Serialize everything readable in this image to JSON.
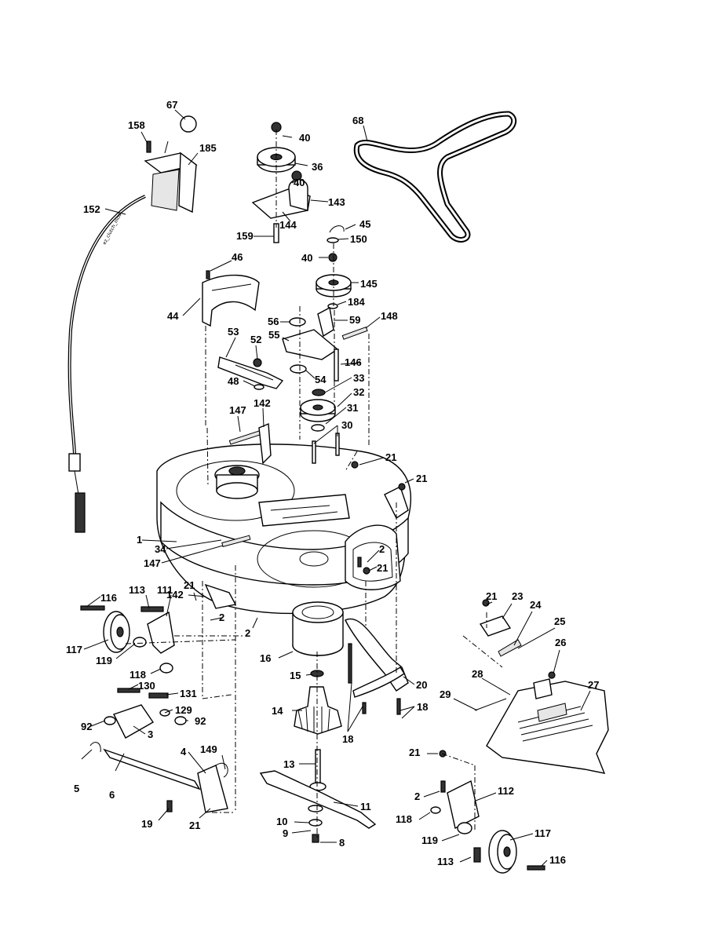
{
  "diagram": {
    "cable_marking": "ez_clutch_mod",
    "callouts": [
      {
        "id": "c67",
        "text": "67"
      },
      {
        "id": "c158",
        "text": "158"
      },
      {
        "id": "c185",
        "text": "185"
      },
      {
        "id": "c152",
        "text": "152"
      },
      {
        "id": "c40a",
        "text": "40"
      },
      {
        "id": "c36",
        "text": "36"
      },
      {
        "id": "c40b",
        "text": "40"
      },
      {
        "id": "c143",
        "text": "143"
      },
      {
        "id": "c144",
        "text": "144"
      },
      {
        "id": "c159",
        "text": "159"
      },
      {
        "id": "c68",
        "text": "68"
      },
      {
        "id": "c45",
        "text": "45"
      },
      {
        "id": "c150",
        "text": "150"
      },
      {
        "id": "c40c",
        "text": "40"
      },
      {
        "id": "c145",
        "text": "145"
      },
      {
        "id": "c184",
        "text": "184"
      },
      {
        "id": "c46",
        "text": "46"
      },
      {
        "id": "c44",
        "text": "44"
      },
      {
        "id": "c56",
        "text": "56"
      },
      {
        "id": "c59",
        "text": "59"
      },
      {
        "id": "c148",
        "text": "148"
      },
      {
        "id": "c55",
        "text": "55"
      },
      {
        "id": "c53",
        "text": "53"
      },
      {
        "id": "c52",
        "text": "52"
      },
      {
        "id": "c146",
        "text": "146"
      },
      {
        "id": "c54",
        "text": "54"
      },
      {
        "id": "c33",
        "text": "33"
      },
      {
        "id": "c48",
        "text": "48"
      },
      {
        "id": "c32",
        "text": "32"
      },
      {
        "id": "c31",
        "text": "31"
      },
      {
        "id": "c147a",
        "text": "147"
      },
      {
        "id": "c142a",
        "text": "142"
      },
      {
        "id": "c30",
        "text": "30"
      },
      {
        "id": "c21a",
        "text": "21"
      },
      {
        "id": "c21b",
        "text": "21"
      },
      {
        "id": "c1",
        "text": "1"
      },
      {
        "id": "c34",
        "text": "34"
      },
      {
        "id": "c147b",
        "text": "147"
      },
      {
        "id": "c2a",
        "text": "2"
      },
      {
        "id": "c21c",
        "text": "21"
      },
      {
        "id": "c113a",
        "text": "113"
      },
      {
        "id": "c111",
        "text": "111"
      },
      {
        "id": "c21d",
        "text": "21"
      },
      {
        "id": "c142b",
        "text": "142"
      },
      {
        "id": "c116a",
        "text": "116"
      },
      {
        "id": "c2b",
        "text": "2"
      },
      {
        "id": "c2c",
        "text": "2"
      },
      {
        "id": "c117a",
        "text": "117"
      },
      {
        "id": "c119a",
        "text": "119"
      },
      {
        "id": "c118a",
        "text": "118"
      },
      {
        "id": "c16",
        "text": "16"
      },
      {
        "id": "c15",
        "text": "15"
      },
      {
        "id": "c130",
        "text": "130"
      },
      {
        "id": "c131",
        "text": "131"
      },
      {
        "id": "c129",
        "text": "129"
      },
      {
        "id": "c92a",
        "text": "92"
      },
      {
        "id": "c92b",
        "text": "92"
      },
      {
        "id": "c3",
        "text": "3"
      },
      {
        "id": "c14",
        "text": "14"
      },
      {
        "id": "c4",
        "text": "4"
      },
      {
        "id": "c149",
        "text": "149"
      },
      {
        "id": "c5",
        "text": "5"
      },
      {
        "id": "c6",
        "text": "6"
      },
      {
        "id": "c13",
        "text": "13"
      },
      {
        "id": "c19",
        "text": "19"
      },
      {
        "id": "c21e",
        "text": "21"
      },
      {
        "id": "c11",
        "text": "11"
      },
      {
        "id": "c10",
        "text": "10"
      },
      {
        "id": "c9",
        "text": "9"
      },
      {
        "id": "c8",
        "text": "8"
      },
      {
        "id": "c20",
        "text": "20"
      },
      {
        "id": "c18a",
        "text": "18"
      },
      {
        "id": "c18b",
        "text": "18"
      },
      {
        "id": "c21f",
        "text": "21"
      },
      {
        "id": "c23",
        "text": "23"
      },
      {
        "id": "c24",
        "text": "24"
      },
      {
        "id": "c25",
        "text": "25"
      },
      {
        "id": "c26",
        "text": "26"
      },
      {
        "id": "c27",
        "text": "27"
      },
      {
        "id": "c28",
        "text": "28"
      },
      {
        "id": "c29",
        "text": "29"
      },
      {
        "id": "c21g",
        "text": "21"
      },
      {
        "id": "c2d",
        "text": "2"
      },
      {
        "id": "c112",
        "text": "112"
      },
      {
        "id": "c118b",
        "text": "118"
      },
      {
        "id": "c117b",
        "text": "117"
      },
      {
        "id": "c119b",
        "text": "119"
      },
      {
        "id": "c113b",
        "text": "113"
      },
      {
        "id": "c116b",
        "text": "116"
      }
    ]
  }
}
